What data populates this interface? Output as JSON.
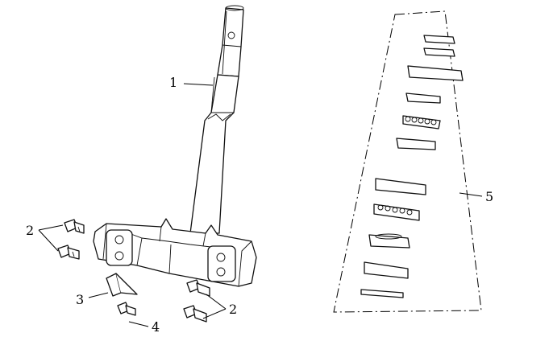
{
  "diagram": {
    "callouts": {
      "steering_stem": "1",
      "bolts_left": "2",
      "bracket": "3",
      "small_bolt": "4",
      "bolts_right": "2",
      "bearing_set": "5"
    }
  }
}
